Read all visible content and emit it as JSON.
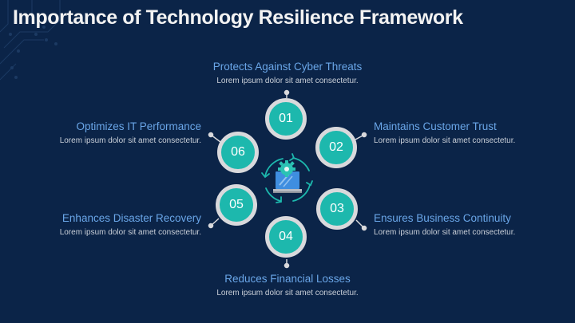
{
  "slide": {
    "title": "Importance of Technology Resilience Framework",
    "colors": {
      "background": "#0b2448",
      "title": "#f2f2f2",
      "heading": "#6aa6e8",
      "body_text": "#c9cfd8",
      "circle_fill": "#1db8ad",
      "circle_ring": "#d9d9dc",
      "arrow": "#1db8ad",
      "laptop": "#3f8ee0"
    },
    "center_icon": "laptop-gear-cycle-icon",
    "items": [
      {
        "number": "01",
        "heading": "Protects Against Cyber Threats",
        "body": "Lorem ipsum dolor sit amet consectetur."
      },
      {
        "number": "02",
        "heading": "Maintains Customer Trust",
        "body": "Lorem ipsum dolor sit amet consectetur."
      },
      {
        "number": "03",
        "heading": "Ensures Business Continuity",
        "body": "Lorem ipsum dolor sit amet consectetur."
      },
      {
        "number": "04",
        "heading": "Reduces Financial Losses",
        "body": "Lorem ipsum dolor sit amet consectetur."
      },
      {
        "number": "05",
        "heading": "Enhances Disaster Recovery",
        "body": "Lorem ipsum dolor sit amet consectetur."
      },
      {
        "number": "06",
        "heading": "Optimizes IT Performance",
        "body": "Lorem ipsum dolor sit amet consectetur."
      }
    ]
  }
}
